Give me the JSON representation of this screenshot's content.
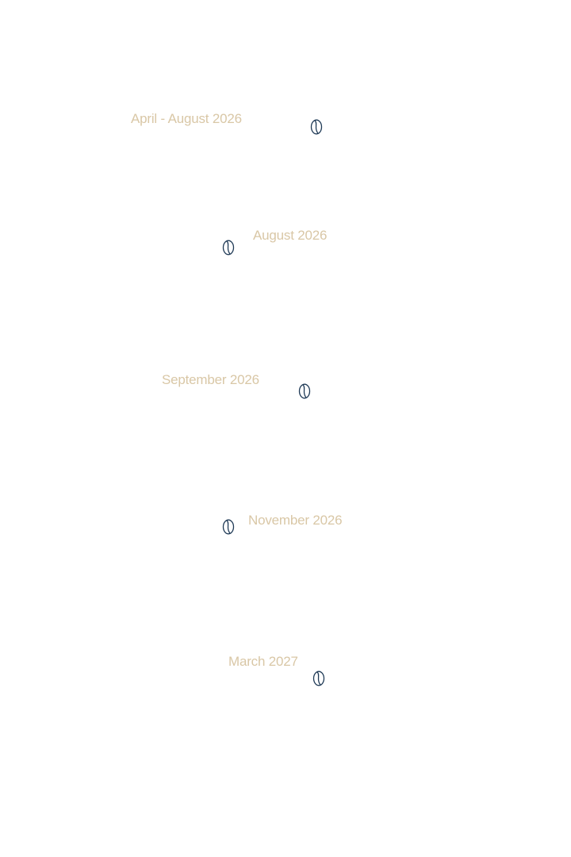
{
  "timeline": {
    "milestones": [
      {
        "date": "April - August 2026",
        "icon": "coffee-bean-icon"
      },
      {
        "date": "August 2026",
        "icon": "coffee-bean-icon"
      },
      {
        "date": "September 2026",
        "icon": "coffee-bean-icon"
      },
      {
        "date": "November 2026",
        "icon": "coffee-bean-icon"
      },
      {
        "date": "March 2027",
        "icon": "coffee-bean-icon"
      }
    ]
  },
  "colors": {
    "date_text": "#d9c7a6",
    "icon_stroke": "#1f3a56",
    "background": "#ffffff"
  }
}
